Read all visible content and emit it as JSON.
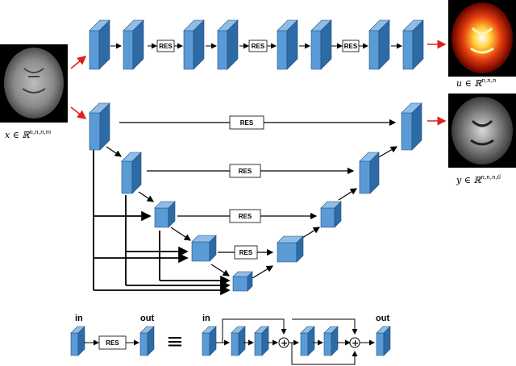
{
  "labels": {
    "input_x": "x ∈ ℝ",
    "input_x_sup": "n,n,n,m",
    "output_u": "u ∈ ℝ",
    "output_u_sup": "n,n,n",
    "output_y": "y ∈ ℝ",
    "output_y_sup": "n,n,n,6"
  },
  "res_label": "RES",
  "legend": {
    "in_left": "in",
    "out_left": "out",
    "in_right": "in",
    "out_right": "out",
    "equiv": "≡",
    "plus": "+"
  },
  "colors": {
    "block_front": "#5b9bd5",
    "block_side": "#2e6aa6",
    "block_top": "#8fbde6",
    "arrow": "#000000",
    "red_arrow": "#e02020"
  }
}
